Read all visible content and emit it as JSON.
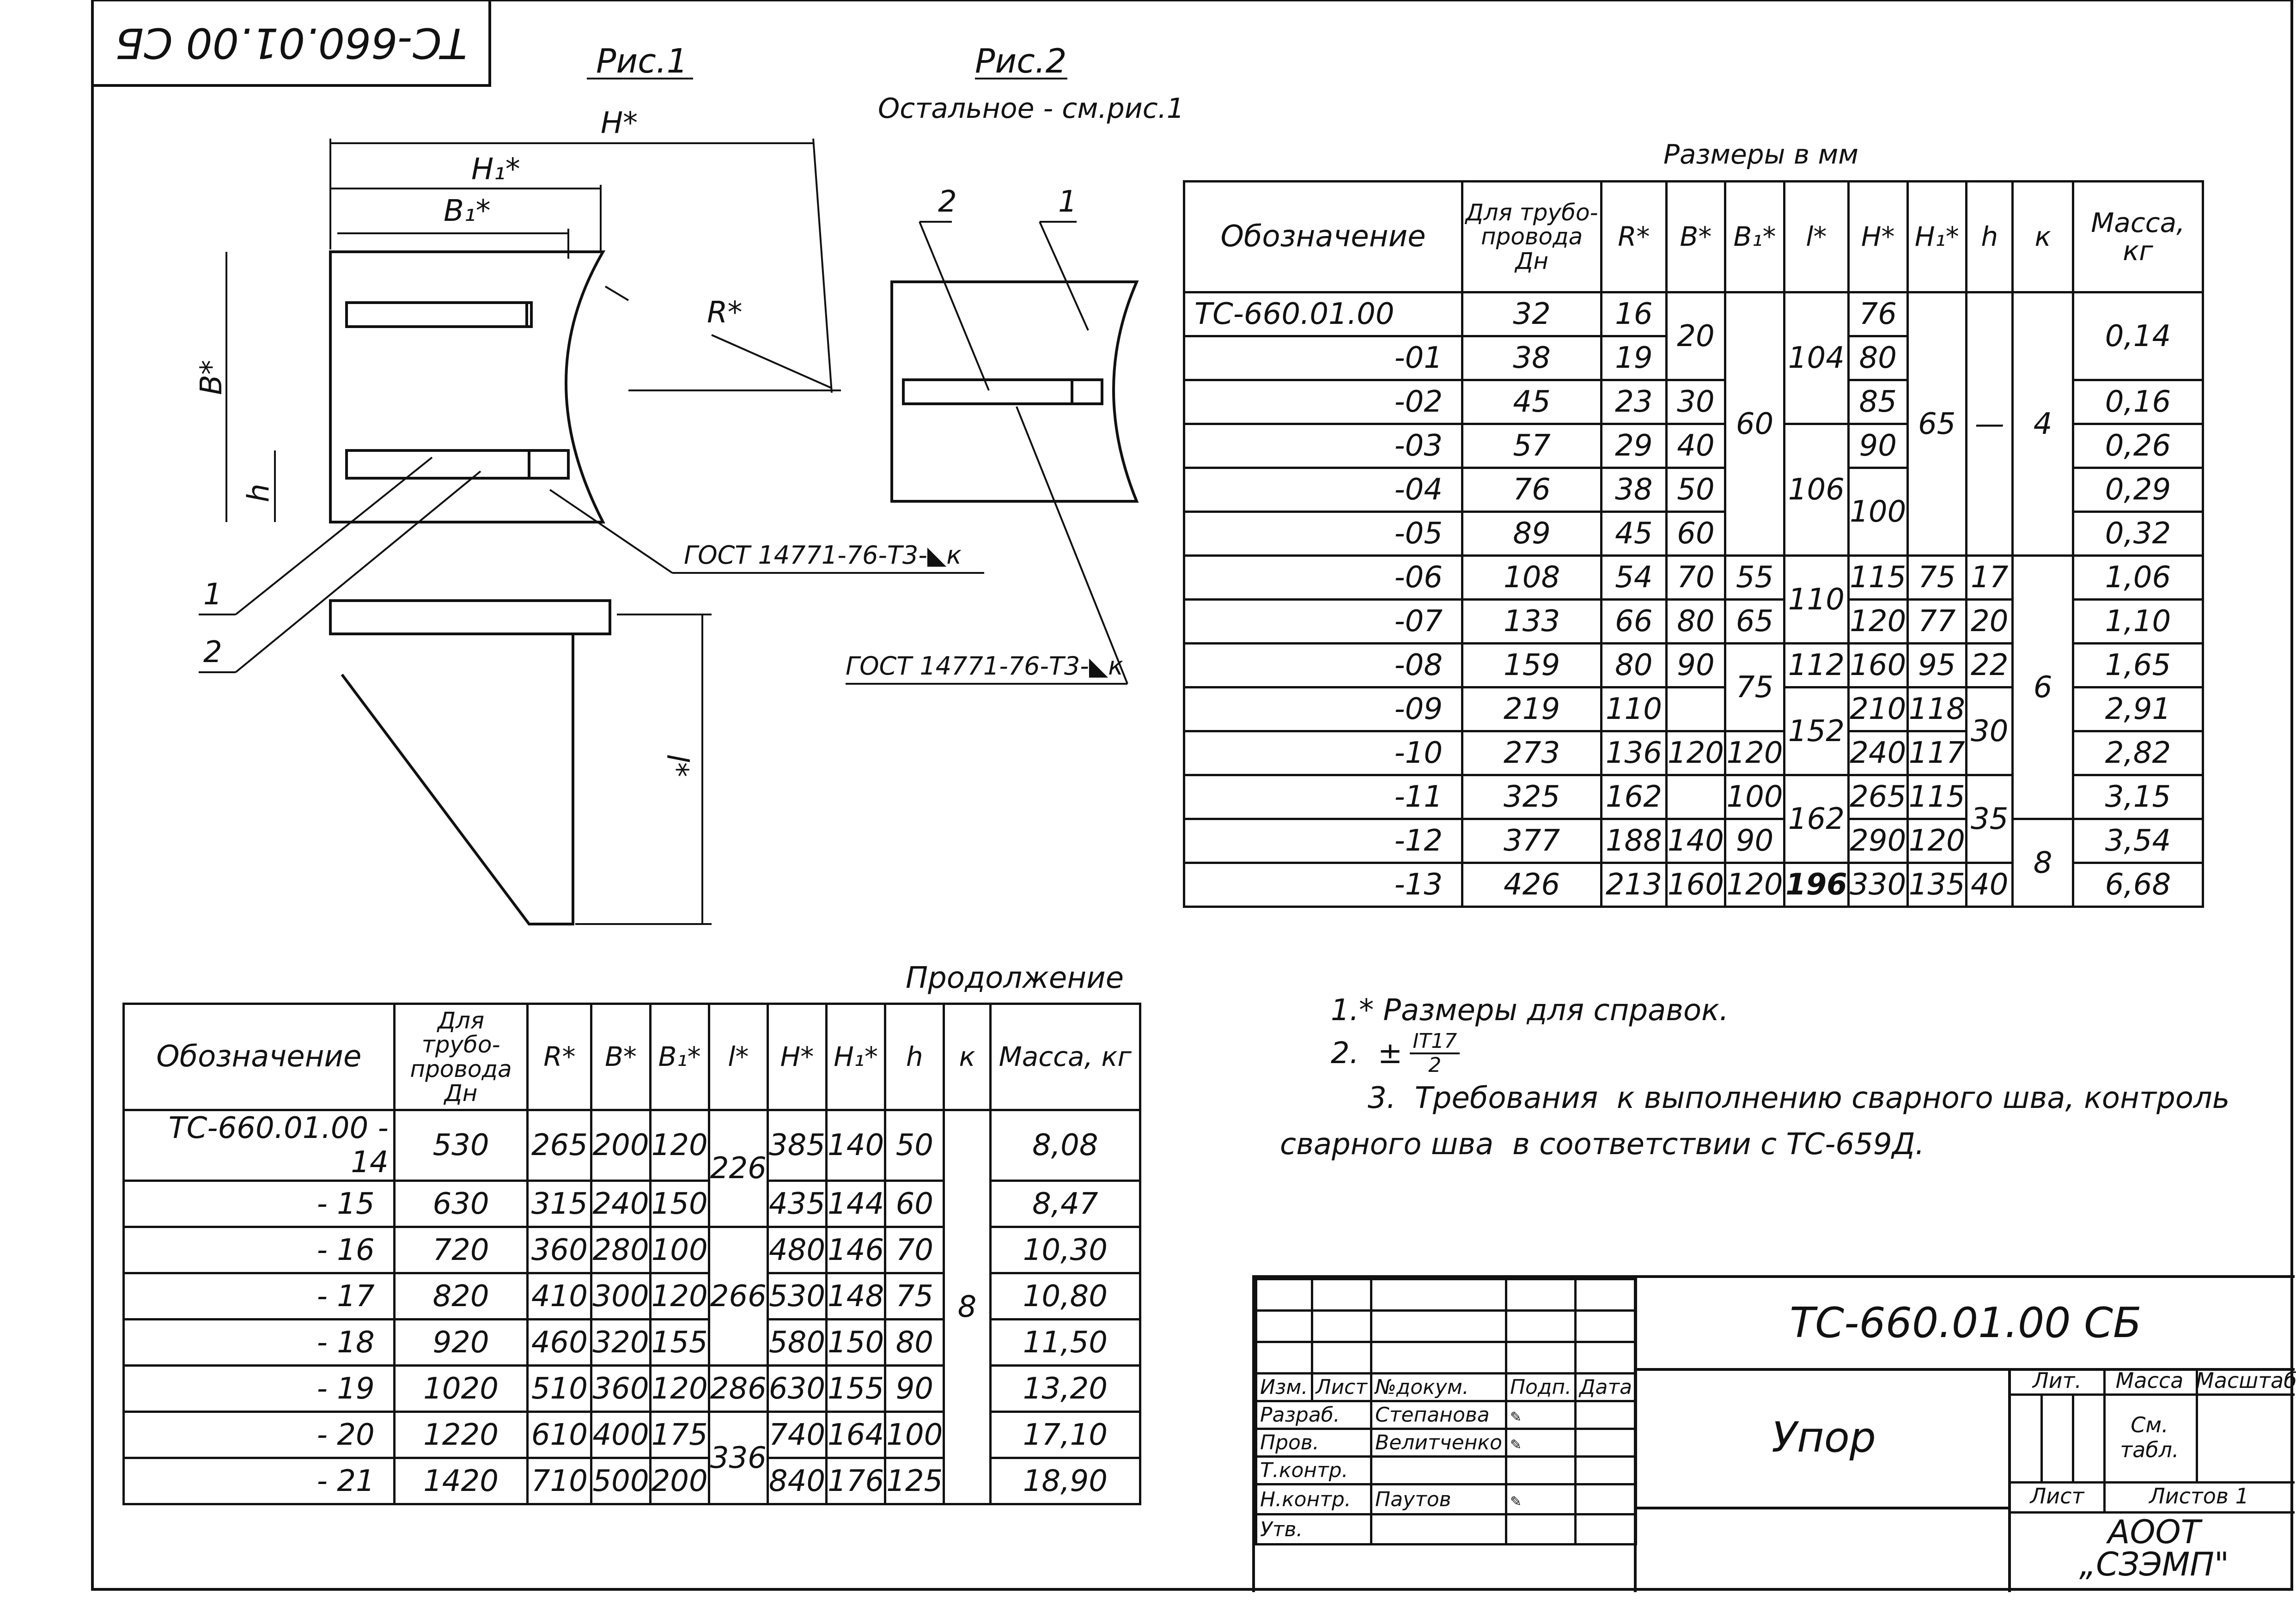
{
  "stamp_code": "ТС-660.01.00 СБ",
  "fig1": {
    "caption": "Рис.1",
    "dims": {
      "H_star": "H*",
      "H1_star": "H₁*",
      "B1_star": "B₁*",
      "B_star": "B*",
      "h": "h",
      "R_star": "R*",
      "l_star": "l*"
    },
    "callouts": [
      "1",
      "2"
    ],
    "weld": "ГОСТ 14771-76-Т3-◣к"
  },
  "fig2": {
    "caption": "Рис.2",
    "note": "Остальное - см.рис.1",
    "callouts": [
      "2",
      "1"
    ],
    "weld": "ГОСТ 14771-76-Т3-◣к"
  },
  "table1": {
    "caption": "Размеры в мм",
    "headers": [
      "Обозначение",
      "Для трубо-провода Дн",
      "R*",
      "B*",
      "B₁*",
      "l*",
      "H*",
      "H₁*",
      "h",
      "к",
      "Масса, кг"
    ],
    "rows": [
      {
        "d": "ТС-660.01.00",
        "dn": "32",
        "r": "16",
        "h": "76"
      },
      {
        "d": "-01",
        "dn": "38",
        "r": "19",
        "h": "80"
      },
      {
        "d": "-02",
        "dn": "45",
        "r": "23",
        "b": "30",
        "h": "85",
        "m": "0,16"
      },
      {
        "d": "-03",
        "dn": "57",
        "r": "29",
        "b": "40",
        "h": "90",
        "m": "0,26"
      },
      {
        "d": "-04",
        "dn": "76",
        "r": "38",
        "b": "50",
        "m": "0,29"
      },
      {
        "d": "-05",
        "dn": "89",
        "r": "45",
        "b": "60",
        "m": "0,32"
      },
      {
        "d": "-06",
        "dn": "108",
        "r": "54",
        "b": "70",
        "b1": "55",
        "h": "115",
        "h1": "75",
        "hh": "17",
        "m": "1,06"
      },
      {
        "d": "-07",
        "dn": "133",
        "r": "66",
        "b": "80",
        "b1": "65",
        "h": "120",
        "h1": "77",
        "hh": "20",
        "m": "1,10"
      },
      {
        "d": "-08",
        "dn": "159",
        "r": "80",
        "b": "90",
        "l": "112",
        "h": "160",
        "h1": "95",
        "hh": "22",
        "m": "1,65"
      },
      {
        "d": "-09",
        "dn": "219",
        "r": "110",
        "h": "210",
        "h1": "118",
        "m": "2,91"
      },
      {
        "d": "-10",
        "dn": "273",
        "r": "136",
        "b": "120",
        "b1": "120",
        "h": "240",
        "h1": "117",
        "m": "2,82"
      },
      {
        "d": "-11",
        "dn": "325",
        "r": "162",
        "b1": "100",
        "h": "265",
        "h1": "115",
        "m": "3,15"
      },
      {
        "d": "-12",
        "dn": "377",
        "r": "188",
        "b": "140",
        "b1": "90",
        "h": "290",
        "h1": "120",
        "m": "3,54"
      },
      {
        "d": "-13",
        "dn": "426",
        "r": "213",
        "b": "160",
        "b1": "120",
        "l": "196",
        "h": "330",
        "h1": "135",
        "hh": "40",
        "m": "6,68"
      }
    ],
    "merged": {
      "b_20": "20",
      "b1_60": "60",
      "b1_75": "75",
      "l_104": "104",
      "l_106": "106",
      "l_110": "110",
      "l_152": "152",
      "l_162": "162",
      "h_100": "100",
      "h1_65": "65",
      "hh_dash": "—",
      "hh_30": "30",
      "hh_35": "35",
      "k_4": "4",
      "k_6": "6",
      "k_8": "8",
      "m_014": "0,14"
    }
  },
  "table2": {
    "caption": "Продолжение",
    "headers": [
      "Обозначение",
      "Для трубо-провода Дн",
      "R*",
      "B*",
      "B₁*",
      "l*",
      "H*",
      "H₁*",
      "h",
      "к",
      "Масса, кг"
    ],
    "rows": [
      {
        "d": "ТС-660.01.00 - 14",
        "dn": "530",
        "r": "265",
        "b": "200",
        "b1": "120",
        "h": "385",
        "h1": "140",
        "hh": "50",
        "m": "8,08"
      },
      {
        "d": "- 15",
        "dn": "630",
        "r": "315",
        "b": "240",
        "b1": "150",
        "h": "435",
        "h1": "144",
        "hh": "60",
        "m": "8,47"
      },
      {
        "d": "- 16",
        "dn": "720",
        "r": "360",
        "b": "280",
        "b1": "100",
        "h": "480",
        "h1": "146",
        "hh": "70",
        "m": "10,30"
      },
      {
        "d": "- 17",
        "dn": "820",
        "r": "410",
        "b": "300",
        "b1": "120",
        "h": "530",
        "h1": "148",
        "hh": "75",
        "m": "10,80"
      },
      {
        "d": "- 18",
        "dn": "920",
        "r": "460",
        "b": "320",
        "b1": "155",
        "h": "580",
        "h1": "150",
        "hh": "80",
        "m": "11,50"
      },
      {
        "d": "- 19",
        "dn": "1020",
        "r": "510",
        "b": "360",
        "b1": "120",
        "l": "286",
        "h": "630",
        "h1": "155",
        "hh": "90",
        "m": "13,20"
      },
      {
        "d": "- 20",
        "dn": "1220",
        "r": "610",
        "b": "400",
        "b1": "175",
        "h": "740",
        "h1": "164",
        "hh": "100",
        "m": "17,10"
      },
      {
        "d": "- 21",
        "dn": "1420",
        "r": "710",
        "b": "500",
        "b1": "200",
        "h": "840",
        "h1": "176",
        "hh": "125",
        "m": "18,90"
      }
    ],
    "merged": {
      "l_226": "226",
      "l_266": "266",
      "l_336": "336",
      "k_8": "8"
    }
  },
  "notes": {
    "n1": "1.* Размеры для справок.",
    "n2_prefix": "2.  ±",
    "n2_num": "IT17",
    "n2_den": "2",
    "n3_a": "3.  Требования  к выполнению сварного шва, контроль",
    "n3_b": "сварного шва  в соответствии с ТС-659Д."
  },
  "title_block": {
    "doc_code": "ТС-660.01.00 СБ",
    "name": "Упор",
    "col_izm": "Изм.",
    "col_list": "Лист",
    "col_ndoc": "№докум.",
    "col_podp": "Подп.",
    "col_data": "Дата",
    "razrab": "Разраб.",
    "razrab_name": "Степанова",
    "prov": "Пров.",
    "prov_name": "Велитченко",
    "tkontr": "Т.контр.",
    "nkontr": "Н.контр.",
    "nkontr_name": "Паутов",
    "utv": "Утв.",
    "lit": "Лит.",
    "massa": "Масса",
    "masshtab": "Масштаб",
    "massa_val": "См. табл.",
    "list": "Лист",
    "listov": "Листов 1",
    "org": "АООТ „СЗЭМП\""
  }
}
